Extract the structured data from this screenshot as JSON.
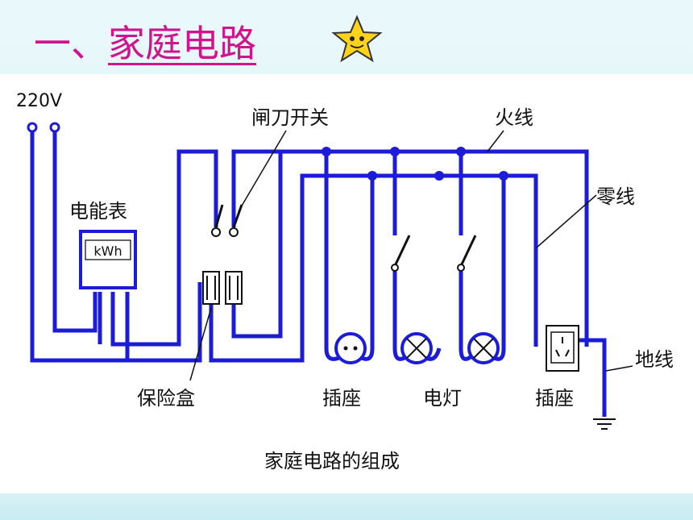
{
  "title": {
    "prefix": "一、",
    "link": "家庭电路"
  },
  "icons": {
    "decoration": "smiling-star-icon"
  },
  "colors": {
    "wire": "#1b1bd8",
    "title": "#d1148e",
    "node": "#1b1bd8"
  },
  "diagram": {
    "voltage": "220V",
    "labels": {
      "knife_switch": "闸刀开关",
      "live_wire": "火线",
      "neutral_wire": "零线",
      "meter": "电能表",
      "meter_unit": "kWh",
      "fuse_box": "保险盒",
      "socket_1": "插座",
      "lamps": "电灯",
      "socket_2": "插座",
      "ground_wire": "地线"
    },
    "caption": "家庭电路的组成"
  }
}
